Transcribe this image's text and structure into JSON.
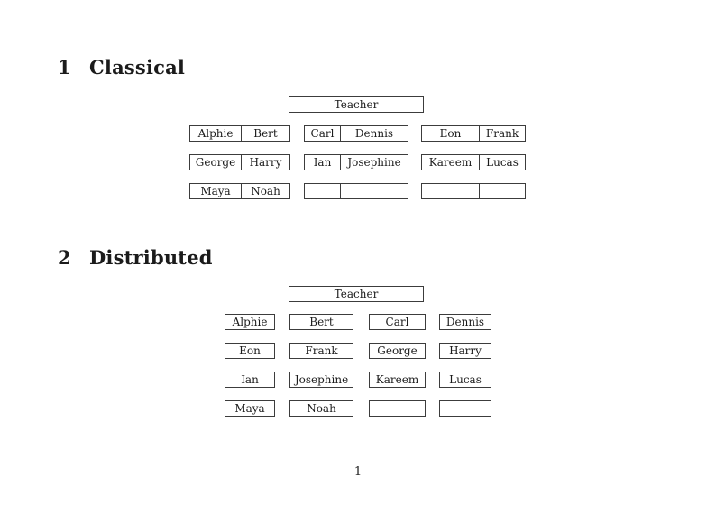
{
  "page_number": "1",
  "colors": {
    "background": "#ffffff",
    "text": "#1b1b1b",
    "box_border": "#3c3c3c"
  },
  "classical": {
    "heading_number": "1",
    "heading_title": "Classical",
    "teacher": "Teacher",
    "pairs": [
      {
        "left": "Alphie",
        "right": "Bert"
      },
      {
        "left": "Carl",
        "right": "Dennis"
      },
      {
        "left": "Eon",
        "right": "Frank"
      },
      {
        "left": "George",
        "right": "Harry"
      },
      {
        "left": "Ian",
        "right": "Josephine"
      },
      {
        "left": "Kareem",
        "right": "Lucas"
      },
      {
        "left": "Maya",
        "right": "Noah"
      },
      {
        "left": "",
        "right": ""
      },
      {
        "left": "",
        "right": ""
      }
    ]
  },
  "distributed": {
    "heading_number": "2",
    "heading_title": "Distributed",
    "teacher": "Teacher",
    "seats": [
      "Alphie",
      "Bert",
      "Carl",
      "Dennis",
      "Eon",
      "Frank",
      "George",
      "Harry",
      "Ian",
      "Josephine",
      "Kareem",
      "Lucas",
      "Maya",
      "Noah",
      "",
      ""
    ]
  }
}
